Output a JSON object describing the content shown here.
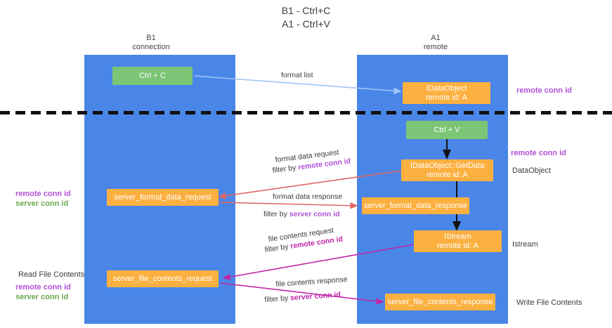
{
  "title": "B1 - Ctrl+C\nA1 - Ctrl+V",
  "lanes": [
    {
      "id": "b1",
      "name": "B1",
      "sub": "connection",
      "color": "#4a86e8"
    },
    {
      "id": "a1",
      "name": "A1",
      "sub": "remote",
      "color": "#4a86e8"
    }
  ],
  "nodes": {
    "ctrl_c": {
      "label": "Ctrl + C",
      "color": "#7cc576"
    },
    "idataobject_top": {
      "line1": "IDataObject",
      "line2": "remote id: A",
      "color": "#fcb040"
    },
    "ctrl_v": {
      "label": "Ctrl + V",
      "color": "#7cc576"
    },
    "getdata": {
      "line1": "IDataObject::GetData",
      "line2": "remote id: A",
      "color": "#fcb040"
    },
    "server_format_data_request": {
      "label": "server_format_data_request",
      "color": "#fcb040"
    },
    "server_format_data_response": {
      "label": "server_format_data_response",
      "color": "#fcb040"
    },
    "istream": {
      "line1": "IStream",
      "line2": "remote id: A",
      "color": "#fcb040"
    },
    "server_file_contents_request": {
      "label": "server_file_contents_request",
      "color": "#fcb040"
    },
    "server_file_contents_response": {
      "label": "server_file_contents_response",
      "color": "#fcb040"
    }
  },
  "edges": {
    "format_list": {
      "label": "format list",
      "color": "#9fc5f8"
    },
    "format_data_request": {
      "l1": "format data request",
      "l2a": "filter by ",
      "l2b": "remote conn id",
      "color": "#e06666"
    },
    "format_data_response": {
      "l1": "format data response",
      "l2a": "filter by ",
      "l2b": "server conn id",
      "color": "#e06666"
    },
    "file_contents_request": {
      "l1": "file contents request",
      "l2a": "filter by ",
      "l2b": "remote conn id",
      "color": "#c026a8"
    },
    "file_contents_response": {
      "l1": "file contents response",
      "l2a": "filter by ",
      "l2b": "server conn id",
      "color": "#c026a8"
    }
  },
  "annotations": {
    "right_top_conn": "remote conn id",
    "right_mid_conn": "remote conn id",
    "right_dataobject": "DataObject",
    "right_istream": "Istream",
    "right_write_file": "Write File Contents",
    "left_mid_remote": "remote conn id",
    "left_mid_server": "server conn id",
    "left_read_file": "Read File Contents",
    "left_bot_remote": "remote conn id",
    "left_bot_server": "server conn id"
  },
  "colors": {
    "lane": "#4a86e8",
    "green_node": "#7cc576",
    "orange_node": "#fcb040",
    "purple": "#b14fd8",
    "green_text": "#6aa84f",
    "red_arrow": "#e06666",
    "magenta_arrow": "#c026a8",
    "light_blue_arrow": "#9fc5f8",
    "divider": "#111111"
  }
}
